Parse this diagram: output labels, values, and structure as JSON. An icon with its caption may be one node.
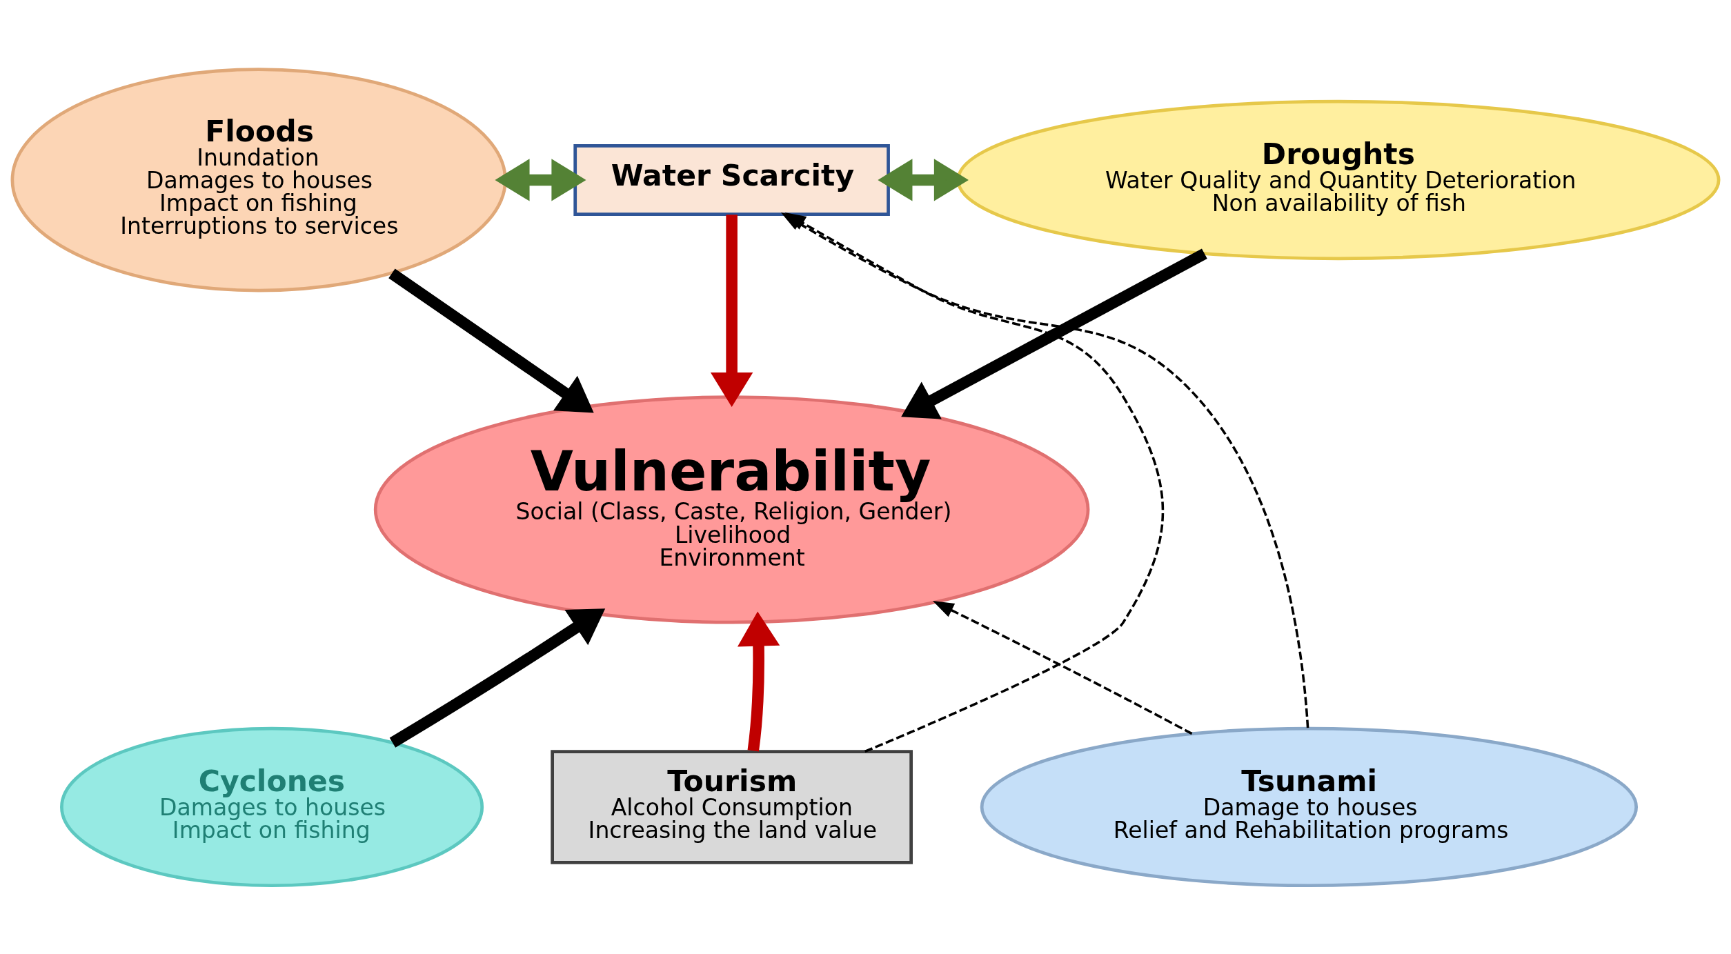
{
  "diagram": {
    "nodes": [
      {
        "text": [
          "Floods",
          "Inundation",
          "Damages to houses",
          "Impact on fishing",
          "Interruptions to services"
        ]
      },
      {
        "text": [
          "Water Scarcity"
        ]
      },
      {
        "text": [
          "Droughts",
          "Water Quality and Quantity Deterioration",
          "Non availability of fish"
        ]
      },
      {
        "text": [
          "Vulnerability",
          "Social (Class, Caste, Religion, Gender)",
          "Livelihood",
          "Environment"
        ]
      },
      {
        "text": [
          "Cyclones",
          "Damages to houses",
          "Impact on fishing"
        ]
      },
      {
        "text": [
          "Tourism",
          "Alcohol Consumption",
          "Increasing the land value"
        ]
      },
      {
        "text": [
          "Tsunami",
          "Damage to houses",
          "Relief and Rehabilitation programs"
        ]
      }
    ],
    "edges": [
      {
        "from": 0,
        "to": 1,
        "arrow": "both",
        "color": "#548235"
      },
      {
        "from": 1,
        "to": 2,
        "arrow": "both",
        "color": "#548235"
      },
      {
        "from": 1,
        "to": 3,
        "arrow": "to",
        "color": "#c00000"
      },
      {
        "from": 0,
        "to": 3,
        "arrow": "to"
      },
      {
        "from": 2,
        "to": 3,
        "arrow": "to"
      },
      {
        "from": 4,
        "to": 3,
        "arrow": "to"
      },
      {
        "from": 5,
        "to": 3,
        "arrow": "to",
        "color": "#c00000"
      },
      {
        "from": 6,
        "to": 3,
        "arrow": "to",
        "style": "dashed"
      },
      {
        "from": 5,
        "to": 1,
        "arrow": "to",
        "style": "dashed"
      },
      {
        "from": 6,
        "to": 1,
        "arrow": "to",
        "style": "dashed"
      }
    ]
  }
}
